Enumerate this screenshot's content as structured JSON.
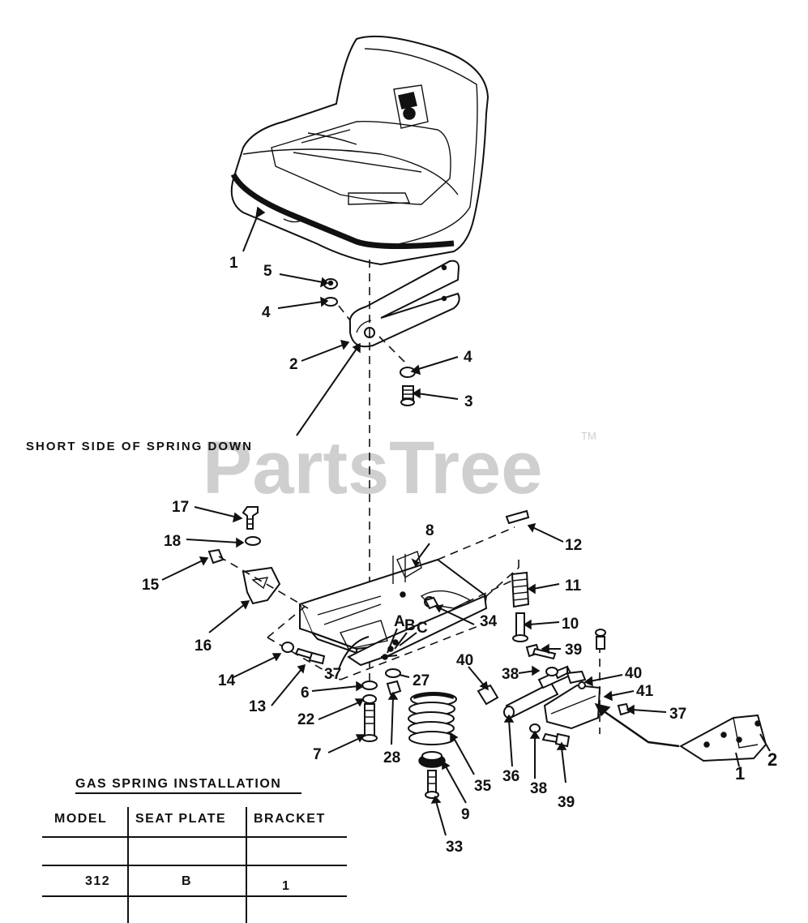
{
  "watermark": {
    "text": "PartsTree",
    "tm": "TM"
  },
  "note_spring": "SHORT SIDE OF SPRING DOWN",
  "callouts": [
    {
      "id": "c1",
      "text": "1"
    },
    {
      "id": "c5",
      "text": "5"
    },
    {
      "id": "c4a",
      "text": "4"
    },
    {
      "id": "c2",
      "text": "2"
    },
    {
      "id": "c4b",
      "text": "4"
    },
    {
      "id": "c3",
      "text": "3"
    },
    {
      "id": "c17",
      "text": "17"
    },
    {
      "id": "c18",
      "text": "18"
    },
    {
      "id": "c15",
      "text": "15"
    },
    {
      "id": "c16",
      "text": "16"
    },
    {
      "id": "c8",
      "text": "8"
    },
    {
      "id": "c12",
      "text": "12"
    },
    {
      "id": "c11",
      "text": "11"
    },
    {
      "id": "c10",
      "text": "10"
    },
    {
      "id": "c34",
      "text": "34"
    },
    {
      "id": "cA",
      "text": "A"
    },
    {
      "id": "cB",
      "text": "B"
    },
    {
      "id": "cC",
      "text": "C"
    },
    {
      "id": "c14",
      "text": "14"
    },
    {
      "id": "c13",
      "text": "13"
    },
    {
      "id": "c37a",
      "text": "37"
    },
    {
      "id": "c6",
      "text": "6"
    },
    {
      "id": "c27",
      "text": "27"
    },
    {
      "id": "c22",
      "text": "22"
    },
    {
      "id": "c7",
      "text": "7"
    },
    {
      "id": "c28",
      "text": "28"
    },
    {
      "id": "c40a",
      "text": "40"
    },
    {
      "id": "c39a",
      "text": "39"
    },
    {
      "id": "c38a",
      "text": "38"
    },
    {
      "id": "c40b",
      "text": "40"
    },
    {
      "id": "c41",
      "text": "41"
    },
    {
      "id": "c37b",
      "text": "37"
    },
    {
      "id": "c35",
      "text": "35"
    },
    {
      "id": "c36",
      "text": "36"
    },
    {
      "id": "c38b",
      "text": "38"
    },
    {
      "id": "c39b",
      "text": "39"
    },
    {
      "id": "c9",
      "text": "9"
    },
    {
      "id": "c33",
      "text": "33"
    },
    {
      "id": "cbr1",
      "text": "1"
    },
    {
      "id": "cbr2",
      "text": "2"
    }
  ],
  "table": {
    "title": "GAS SPRING INSTALLATION",
    "headers": [
      "MODEL",
      "SEAT PLATE",
      "BRACKET"
    ],
    "rows": [
      [
        "",
        "",
        ""
      ],
      [
        "312",
        "B",
        "1"
      ]
    ]
  }
}
